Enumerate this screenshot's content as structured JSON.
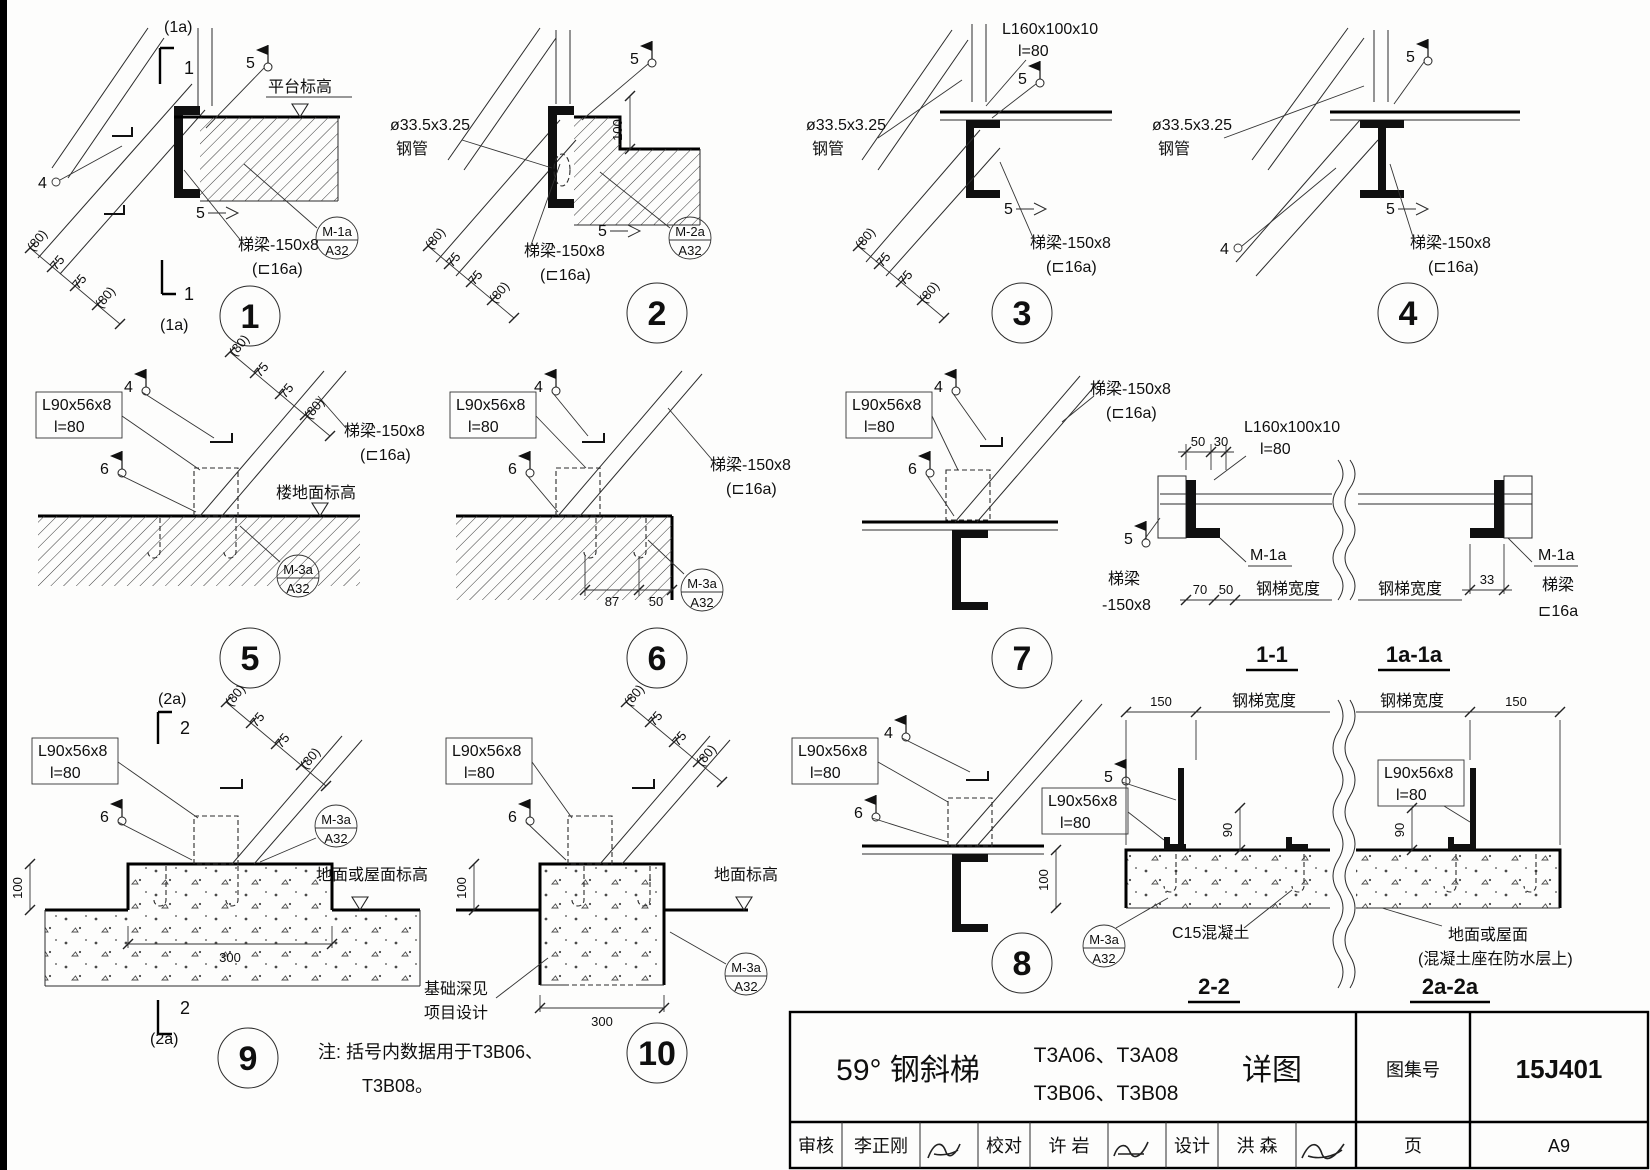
{
  "common": {
    "beam": "梯梁-150x8",
    "beam_paren": "(⊏16a)",
    "beam_word": "梯梁",
    "beam_size": "-150x8",
    "channel16a": "⊏16a",
    "angle90": "L90x56x8",
    "angle160": "L160x100x10",
    "len80": "l=80",
    "pipe_size": "ø33.5x3.25",
    "pipe_word": "钢管",
    "a32": "A32",
    "m1a": "M-1a",
    "m2a": "M-2a",
    "m3a": "M-3a",
    "n1": "1",
    "n1a": "(1a)",
    "n2": "2",
    "n2a": "(2a)",
    "n4": "4",
    "n5": "5",
    "n6": "6",
    "d75": "75",
    "d80p": "(80)",
    "d100": "100",
    "d87": "87",
    "d50": "50",
    "d30": "30",
    "d70": "70",
    "d33": "33",
    "d90": "90",
    "d150": "150",
    "d300": "300",
    "stair_width": "钢梯宽度",
    "platform_level": "平台标高",
    "floor_level": "楼地面标高",
    "ground_roof_level": "地面或屋面标高",
    "ground_level": "地面标高",
    "c15": "C15混凝土",
    "ground_roof": "地面或屋面",
    "waterproof": "(混凝土座在防水层上)",
    "foundation1": "基础深见",
    "foundation2": "项目设计"
  },
  "details": {
    "d1": "1",
    "d2": "2",
    "d3": "3",
    "d4": "4",
    "d5": "5",
    "d6": "6",
    "d7": "7",
    "d8": "8",
    "d9": "9",
    "d10": "10"
  },
  "sections": {
    "s11": "1-1",
    "s1a1a": "1a-1a",
    "s22": "2-2",
    "s2a2a": "2a-2a"
  },
  "note": {
    "line1": "注: 括号内数据用于T3B06、",
    "line2": "T3B08。"
  },
  "titleblock": {
    "title_prefix": "59° 钢斜梯",
    "models_line1": "T3A06、T3A08",
    "models_line2": "T3B06、T3B08",
    "title_suffix": "详图",
    "atlas_label": "图集号",
    "atlas_no": "15J401",
    "page_label": "页",
    "page_no": "A9",
    "review_label": "审核",
    "reviewer": "李正刚",
    "check_label": "校对",
    "checker": "许 岩",
    "design_label": "设计",
    "designer": "洪 森"
  }
}
